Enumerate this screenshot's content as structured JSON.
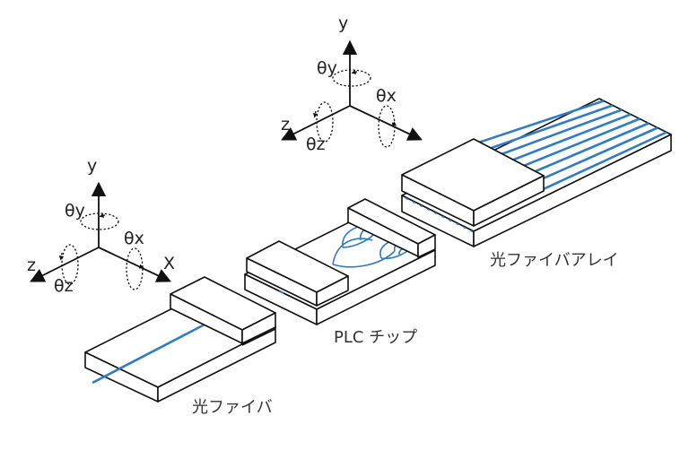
{
  "colors": {
    "fiber": "#2e7cc6",
    "outline": "#111111",
    "label": "#333333"
  },
  "axes": [
    {
      "id": "upper",
      "y_label": "y",
      "z_label": "z",
      "x_label": "",
      "theta_y": "θy",
      "theta_x": "θx",
      "theta_z": "θz"
    },
    {
      "id": "lower",
      "y_label": "y",
      "z_label": "z",
      "x_label": "X",
      "theta_y": "θy",
      "theta_x": "θx",
      "theta_z": "θz"
    }
  ],
  "components": {
    "fiber": {
      "label": "光ファイバ"
    },
    "plc": {
      "label": "PLC チップ"
    },
    "array": {
      "label": "光ファイバアレイ",
      "fiber_count": 8
    }
  }
}
